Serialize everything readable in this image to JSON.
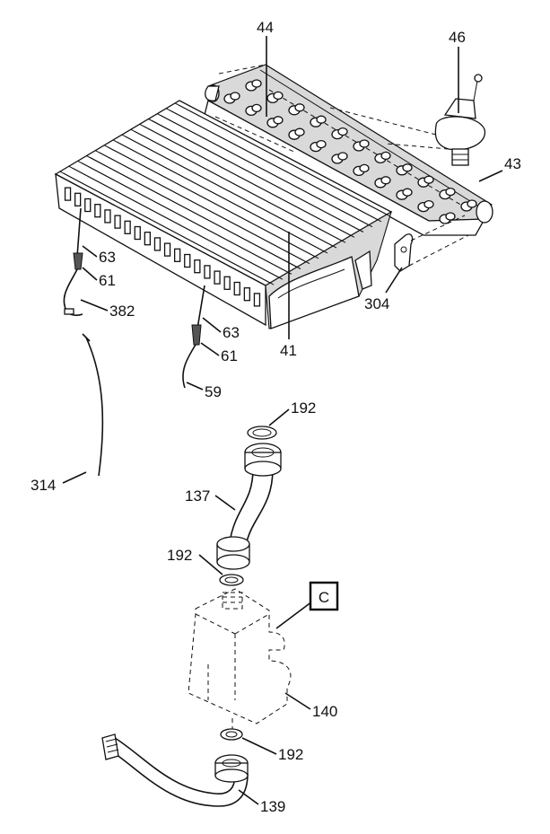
{
  "labels": {
    "l44": "44",
    "l46": "46",
    "l43": "43",
    "l63a": "63",
    "l61a": "61",
    "l382": "382",
    "l63b": "63",
    "l61b": "61",
    "l41": "41",
    "l304": "304",
    "l59": "59",
    "l192a": "192",
    "l314": "314",
    "l137": "137",
    "l192b": "192",
    "lC": "C",
    "l140": "140",
    "l192c": "192",
    "l139": "139"
  }
}
